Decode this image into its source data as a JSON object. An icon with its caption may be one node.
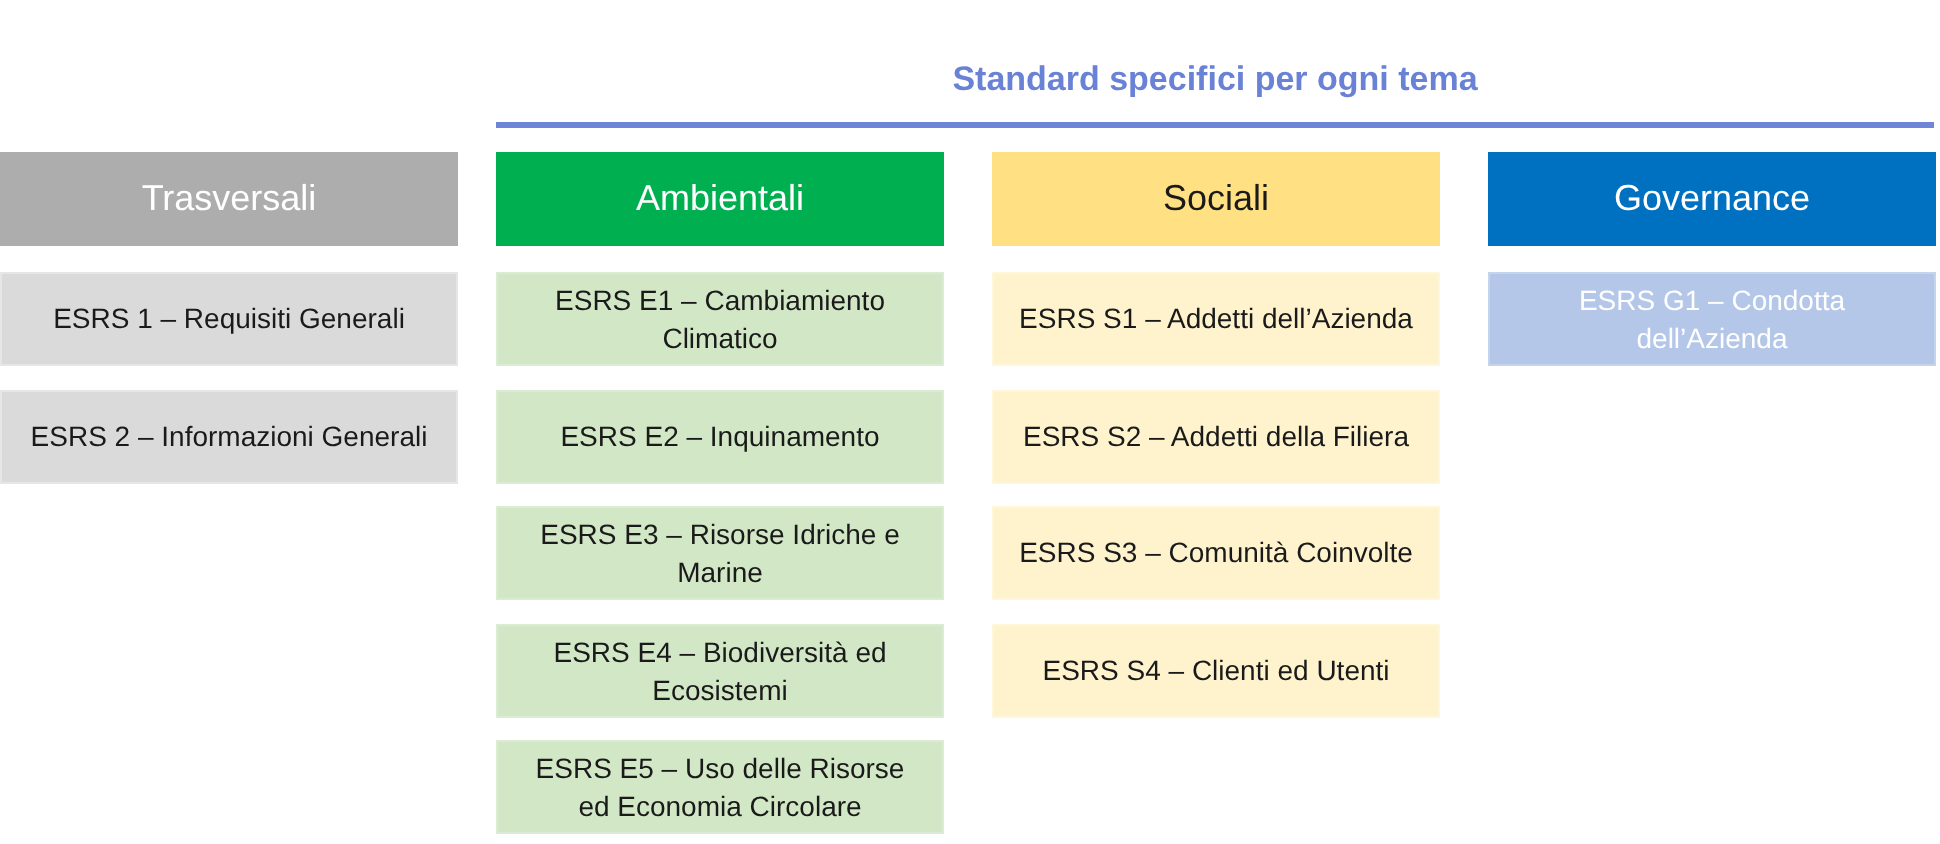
{
  "diagram": {
    "title": "Standard specifici per ogni tema",
    "nodes": [
      {
        "text": [
          "Trasversali"
        ]
      },
      {
        "text": [
          "ESRS 1 – Requisiti Generali"
        ]
      },
      {
        "text": [
          "ESRS 2 – Informazioni Generali"
        ]
      },
      {
        "text": [
          "Ambientali"
        ]
      },
      {
        "text": [
          "ESRS E1 – Cambiamiento Climatico"
        ]
      },
      {
        "text": [
          "ESRS E2 – Inquinamento"
        ]
      },
      {
        "text": [
          "ESRS E3 – Risorse Idriche e Marine"
        ]
      },
      {
        "text": [
          "ESRS E4 – Biodiversità ed Ecosistemi"
        ]
      },
      {
        "text": [
          "ESRS E5 – Uso delle Risorse ed Economia Circolare"
        ]
      },
      {
        "text": [
          "Sociali"
        ]
      },
      {
        "text": [
          "ESRS S1 – Addetti dell’Azienda"
        ]
      },
      {
        "text": [
          "ESRS S2 – Addetti della Filiera"
        ]
      },
      {
        "text": [
          "ESRS S3 – Comunità Coinvolte"
        ]
      },
      {
        "text": [
          "ESRS S4 – Clienti ed Utenti"
        ]
      },
      {
        "text": [
          "Governance"
        ]
      },
      {
        "text": [
          "ESRS G1 – Condotta dell’Azienda"
        ]
      }
    ]
  }
}
